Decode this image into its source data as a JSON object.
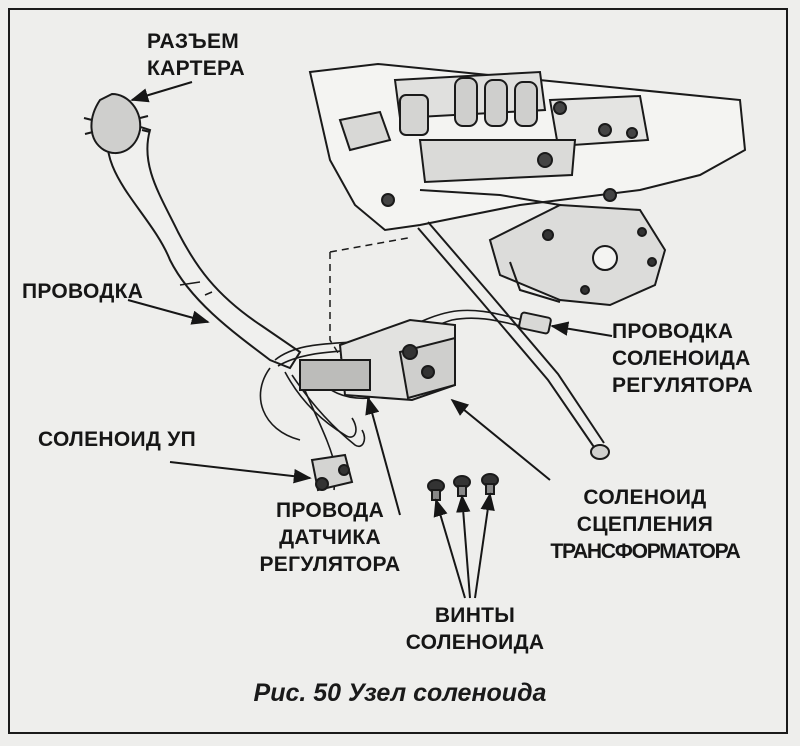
{
  "figure": {
    "caption": "Рис. 50 Узел соленоида"
  },
  "labels": {
    "crankcase_connector": [
      "РАЗЪЕМ",
      "КАРТЕРА"
    ],
    "wiring": [
      "ПРОВОДКА"
    ],
    "regulator_solenoid_wiring": [
      "ПРОВОДКА",
      "СОЛЕНОИДА",
      "РЕГУЛЯТОРА"
    ],
    "up_solenoid": [
      "СОЛЕНОИД УП"
    ],
    "regulator_sensor_wires": [
      "ПРОВОДА",
      "ДАТЧИКА",
      "РЕГУЛЯТОРА"
    ],
    "converter_clutch_solenoid": [
      "СОЛЕНОИД",
      "СЦЕПЛЕНИЯ",
      "ТРАНСФОРМАТОРА"
    ],
    "solenoid_screws": [
      "ВИНТЫ",
      "СОЛЕНОИДА"
    ]
  },
  "colors": {
    "ink": "#161616",
    "paper": "#eeeeec"
  }
}
